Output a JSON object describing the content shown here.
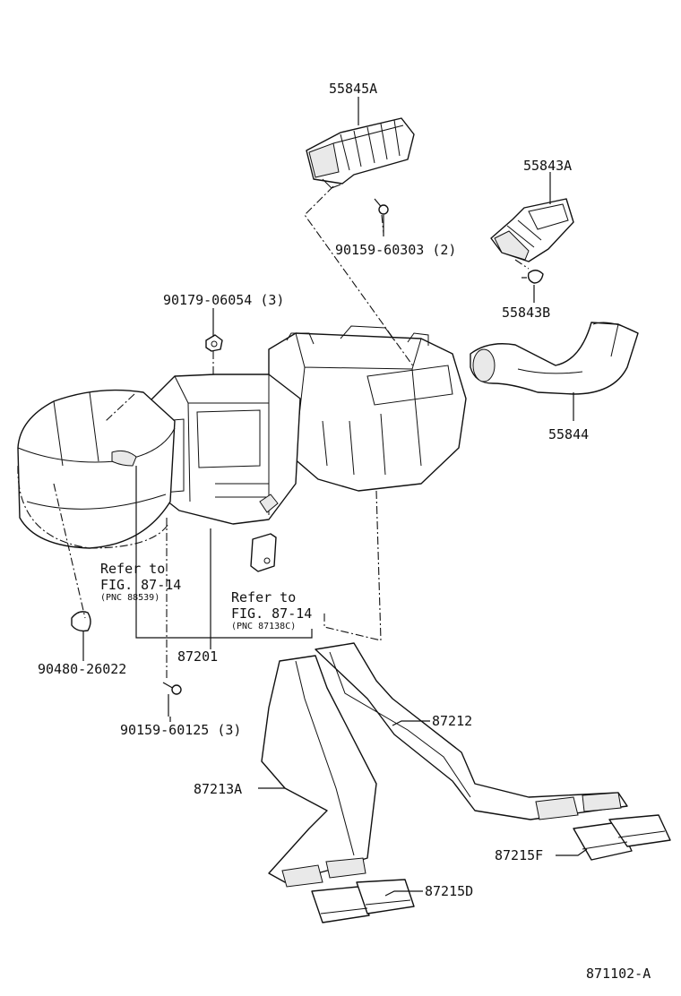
{
  "labels": {
    "p55845A": "55845A",
    "p55843A": "55843A",
    "p90159_60303": "90159-60303 (2)",
    "p55843B": "55843B",
    "p90179_06054": "90179-06054 (3)",
    "p55844": "55844",
    "refer1_line1": "Refer to",
    "refer1_line2": "FIG. 87-14",
    "refer1_pnc": "(PNC 88539)",
    "refer2_line1": "Refer to",
    "refer2_line2": "FIG. 87-14",
    "refer2_pnc": "(PNC 87138C)",
    "p90480_26022": "90480-26022",
    "p87201": "87201",
    "p90159_60125": "90159-60125 (3)",
    "p87212": "87212",
    "p87213A": "87213A",
    "p87215F": "87215F",
    "p87215D": "87215D",
    "diagram_id": "871102-A"
  }
}
